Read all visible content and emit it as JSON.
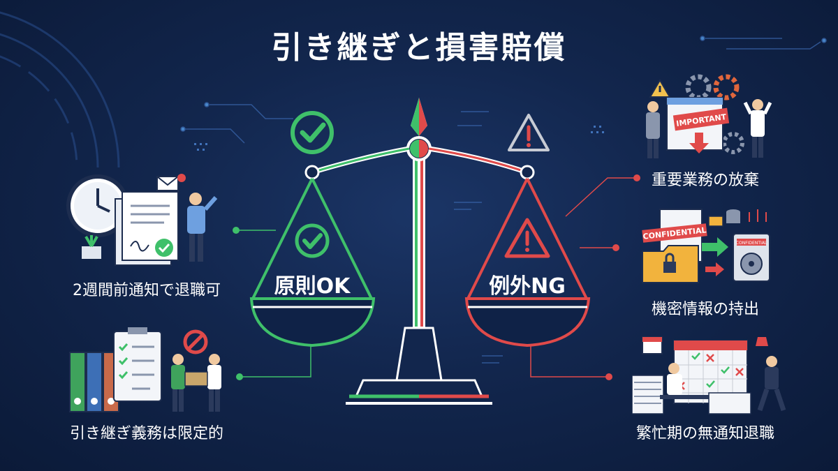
{
  "title": "引き継ぎと損害賠償",
  "scale": {
    "left_label": "原則OK",
    "right_label": "例外NG",
    "left_color": "#3fc06a",
    "right_color": "#e04a4a",
    "left_icon": "check-circle-icon",
    "right_icon": "warning-triangle-icon"
  },
  "left_items": [
    {
      "label": "2週間前通知で退職可",
      "icon": "clock-document-icon"
    },
    {
      "label": "引き継ぎ義務は限定的",
      "icon": "binders-checklist-icon"
    }
  ],
  "right_items": [
    {
      "label": "重要業務の放棄",
      "icon": "important-stress-icon",
      "badge": "IMPORTANT"
    },
    {
      "label": "機密情報の持出",
      "icon": "confidential-data-icon",
      "badge": "CONFIDENTIAL",
      "badge_small": "CONFIDENTIAL"
    },
    {
      "label": "繁忙期の無通知退職",
      "icon": "busy-calendar-icon"
    }
  ]
}
